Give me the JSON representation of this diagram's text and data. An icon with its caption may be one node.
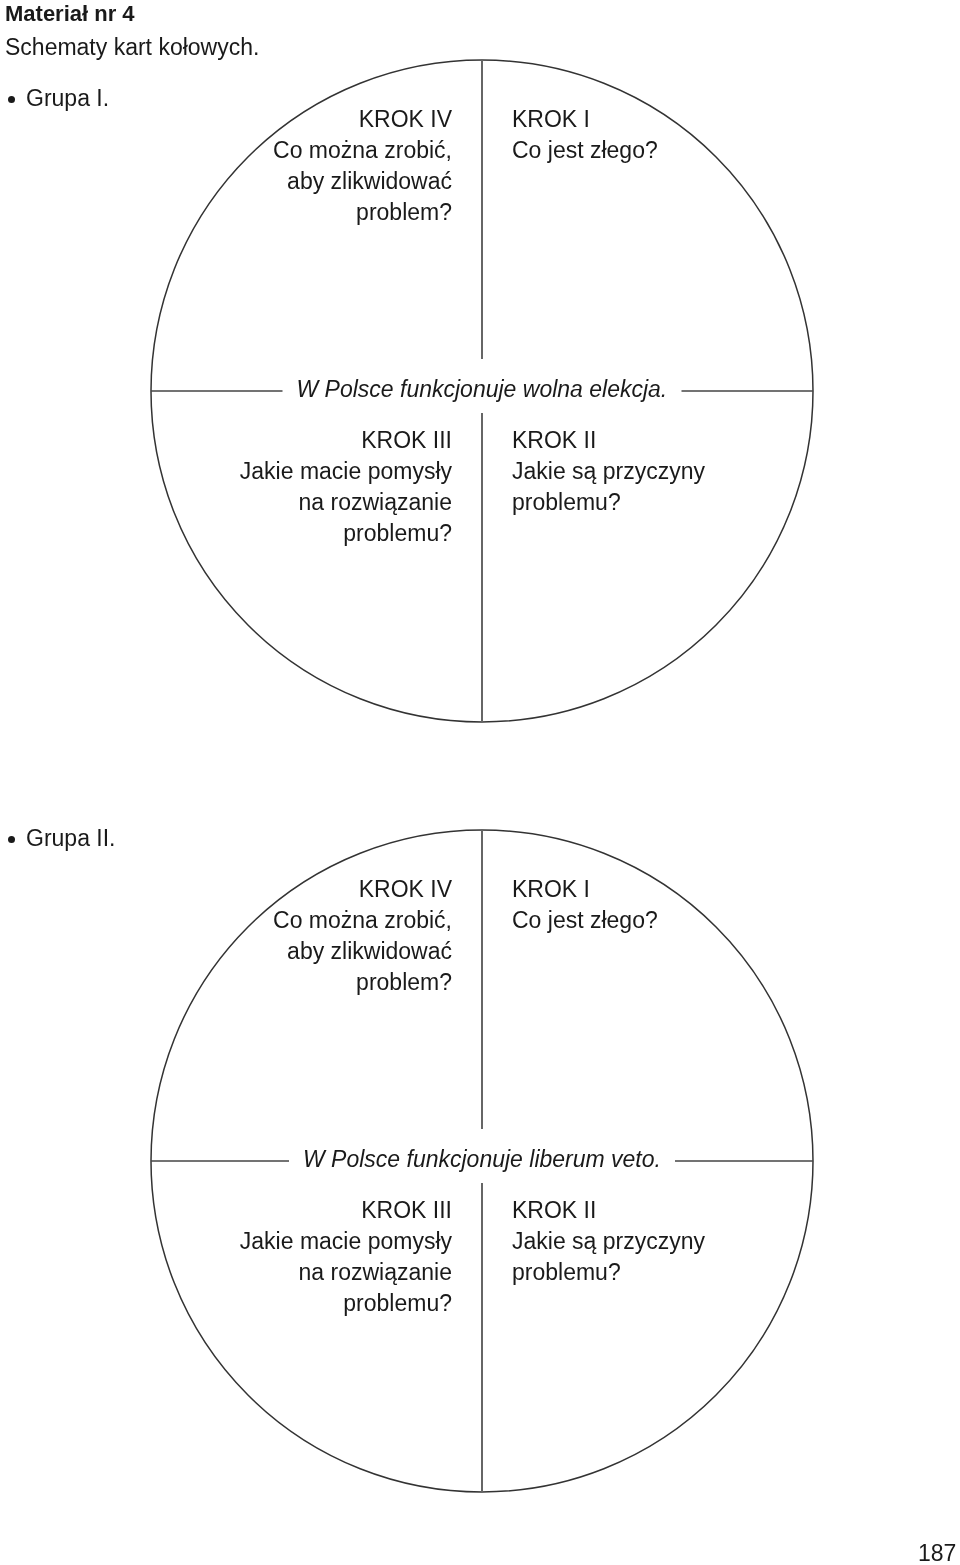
{
  "diagram": {
    "title": "Materiał nr 4",
    "nodes": [
      {
        "text": [
          "W Polsce funkcjonuje wolna elekcja."
        ]
      },
      {
        "text": [
          "KROK IV",
          "Co można zrobić, aby zlikwidować problem?"
        ],
        "in": 0
      },
      {
        "text": [
          "KROK I",
          "Co jest złego?"
        ],
        "in": 0
      },
      {
        "text": [
          "KROK III",
          "Jakie macie pomysły na rozwiązanie problemu?"
        ],
        "in": 0
      },
      {
        "text": [
          "KROK II",
          "Jakie są przyczyny problemu?"
        ],
        "in": 0
      },
      {
        "text": [
          "W Polsce funkcjonuje liberum veto."
        ]
      },
      {
        "text": [
          "KROK IV",
          "Co można zrobić, aby zlikwidować problem?"
        ],
        "in": 5
      },
      {
        "text": [
          "KROK I",
          "Co jest złego?"
        ],
        "in": 5
      },
      {
        "text": [
          "KROK III",
          "Jakie macie pomysły na rozwiązanie problemu?"
        ],
        "in": 5
      },
      {
        "text": [
          "KROK II",
          "Jakie są przyczyny problemu?"
        ],
        "in": 5
      }
    ],
    "labels": [
      "Schematy kart kołowych.",
      "Grupa I.",
      "Grupa II.",
      "187"
    ]
  }
}
